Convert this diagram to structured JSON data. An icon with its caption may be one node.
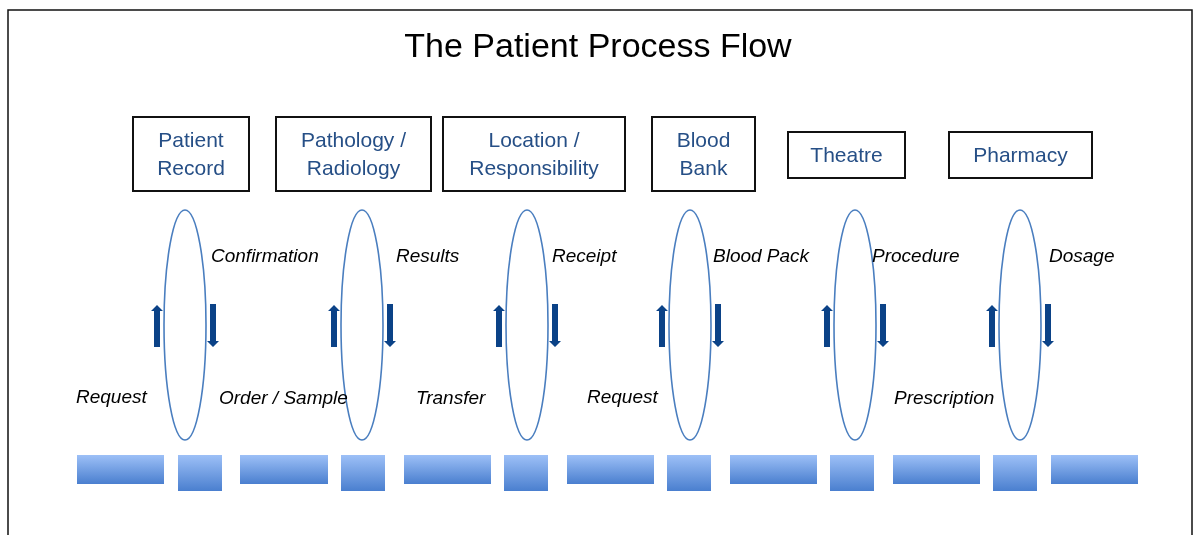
{
  "diagram": {
    "title": "The Patient Process Flow",
    "nodes": [
      {
        "text": [
          "Patient Record"
        ]
      },
      {
        "text": [
          "Pathology / Radiology"
        ]
      },
      {
        "text": [
          "Location / Responsibility"
        ]
      },
      {
        "text": [
          "Blood Bank"
        ]
      },
      {
        "text": [
          "Theatre"
        ]
      },
      {
        "text": [
          "Pharmacy"
        ]
      },
      {
        "text": [],
        "shape": "ellipse"
      },
      {
        "text": [],
        "shape": "ellipse"
      },
      {
        "text": [],
        "shape": "ellipse"
      },
      {
        "text": [],
        "shape": "ellipse"
      },
      {
        "text": [],
        "shape": "ellipse"
      },
      {
        "text": [],
        "shape": "ellipse"
      },
      {
        "text": [],
        "shape": "bar"
      },
      {
        "text": [],
        "shape": "bar"
      },
      {
        "text": [],
        "shape": "bar"
      },
      {
        "text": [],
        "shape": "bar"
      },
      {
        "text": [],
        "shape": "bar"
      },
      {
        "text": [],
        "shape": "bar"
      },
      {
        "text": [],
        "shape": "bar"
      },
      {
        "text": [],
        "shape": "bar"
      },
      {
        "text": [],
        "shape": "bar"
      },
      {
        "text": [],
        "shape": "bar"
      },
      {
        "text": [],
        "shape": "bar"
      },
      {
        "text": [],
        "shape": "bar"
      },
      {
        "text": [],
        "shape": "bar"
      }
    ],
    "labels": [
      "Confirmation",
      "Results",
      "Receipt",
      "Blood Pack",
      "Procedure",
      "Dosage",
      "Request",
      "Order / Sample",
      "Transfer",
      "Request",
      "Prescription"
    ]
  }
}
